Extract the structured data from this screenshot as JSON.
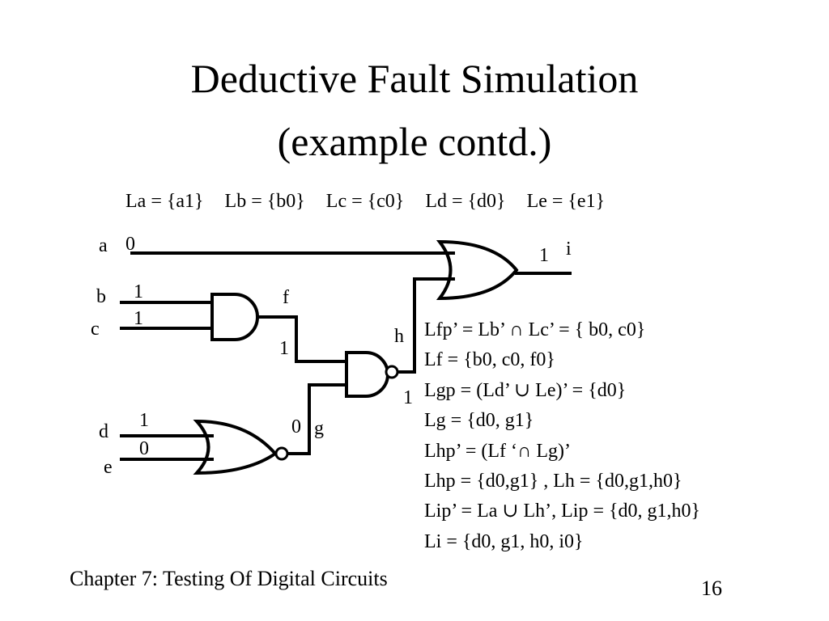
{
  "slide": {
    "title_line1": "Deductive Fault Simulation",
    "title_line2": "(example contd.)",
    "fault_lists": [
      "La = {a1}",
      "Lb = {b0}",
      "Lc = {c0}",
      "Ld = {d0}",
      "Le = {e1}"
    ],
    "signals": {
      "a": "a",
      "a_value": "0",
      "b": "b",
      "b_value": "1",
      "c": "c",
      "c_value": "1",
      "d": "d",
      "d_value": "1",
      "e": "e",
      "e_value": "0",
      "f": "f",
      "f_value": "1",
      "g": "g",
      "g_value": "0",
      "h": "h",
      "h_value": "1",
      "i": "i",
      "i_value": "1"
    },
    "equations": [
      "Lfp’ = Lb’ ∩ Lc’  = { b0, c0}",
      "Lf = {b0, c0, f0}",
      "Lgp = (Ld’ ∪ Le)’ = {d0}",
      "Lg = {d0, g1}",
      "Lhp’ = (Lf ‘∩ Lg)’",
      "Lhp =  {d0,g1} , Lh = {d0,g1,h0}",
      "Lip’ = La ∪ Lh’, Lip = {d0, g1,h0}",
      "Li = {d0, g1, h0, i0}"
    ],
    "footer_chapter": "Chapter 7: Testing Of Digital Circuits",
    "page_number": "16"
  }
}
